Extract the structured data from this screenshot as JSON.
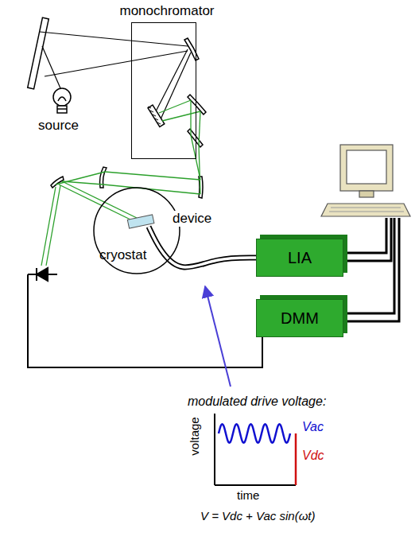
{
  "diagram": {
    "nodes": [
      {
        "text": [
          "monochromator"
        ]
      },
      {
        "text": [
          "cryostat"
        ]
      },
      {
        "text": [
          "device"
        ],
        "in": 1
      },
      {
        "text": [
          "LIA"
        ]
      },
      {
        "text": [
          "DMM"
        ]
      }
    ],
    "edges": [
      {
        "from": 2,
        "to": 3,
        "arrow": "none"
      }
    ],
    "labels": [
      "source",
      "modulated drive voltage:",
      "voltage",
      "time",
      "Vac",
      "Vdc",
      "V = Vdc + Vac sin(ωt)"
    ]
  }
}
